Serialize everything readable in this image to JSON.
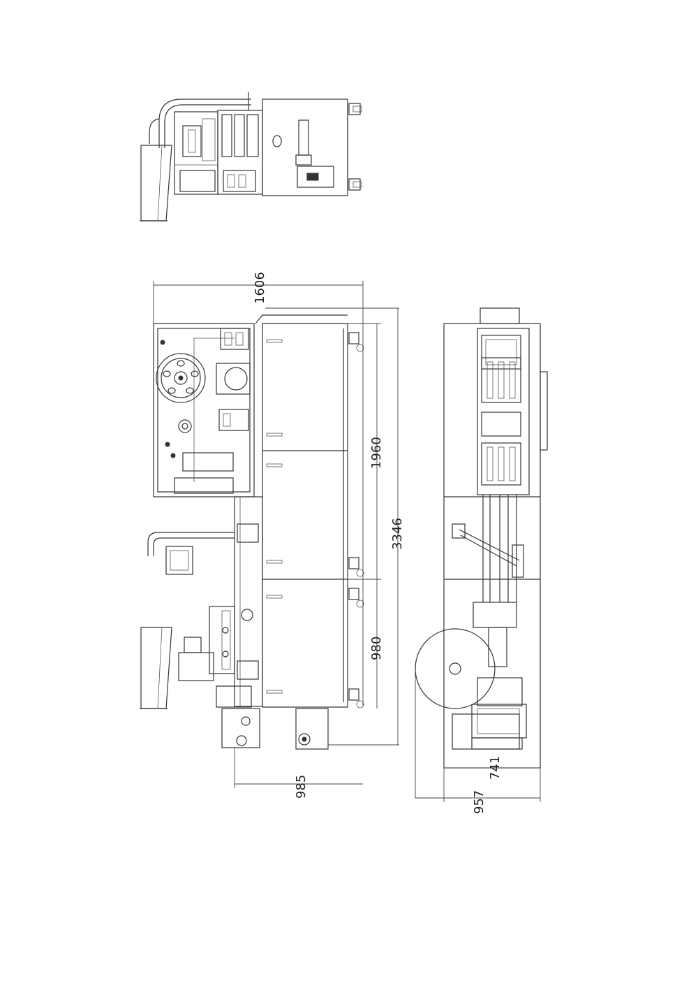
{
  "dimensions": {
    "top_width": "1606",
    "upper_height": "1960",
    "total_height": "3346",
    "lower_height": "980",
    "bottom_width": "985",
    "right_inner_width": "741",
    "right_outer_width": "957"
  },
  "colors": {
    "line": "#333333",
    "background": "#ffffff"
  }
}
